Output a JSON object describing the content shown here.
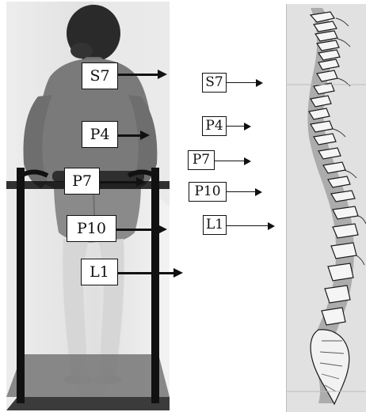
{
  "photo_labels": [
    {
      "id": "s7",
      "text": "S7"
    },
    {
      "id": "p4",
      "text": "P4"
    },
    {
      "id": "p7",
      "text": "P7"
    },
    {
      "id": "p10",
      "text": "P10"
    },
    {
      "id": "l1",
      "text": "L1"
    }
  ],
  "spine_labels": [
    {
      "id": "s7",
      "text": "S7"
    },
    {
      "id": "p4",
      "text": "P4"
    },
    {
      "id": "p7",
      "text": "P7"
    },
    {
      "id": "p10",
      "text": "P10"
    },
    {
      "id": "l1",
      "text": "L1"
    }
  ],
  "colors": {
    "label_border": "#111111",
    "arrow": "#111111",
    "photo_bg": "#eaeaea",
    "spine_bg": "#e4e4e4"
  },
  "icons": {
    "photo": "person-back-view-photo",
    "spine": "spine-illustration"
  }
}
